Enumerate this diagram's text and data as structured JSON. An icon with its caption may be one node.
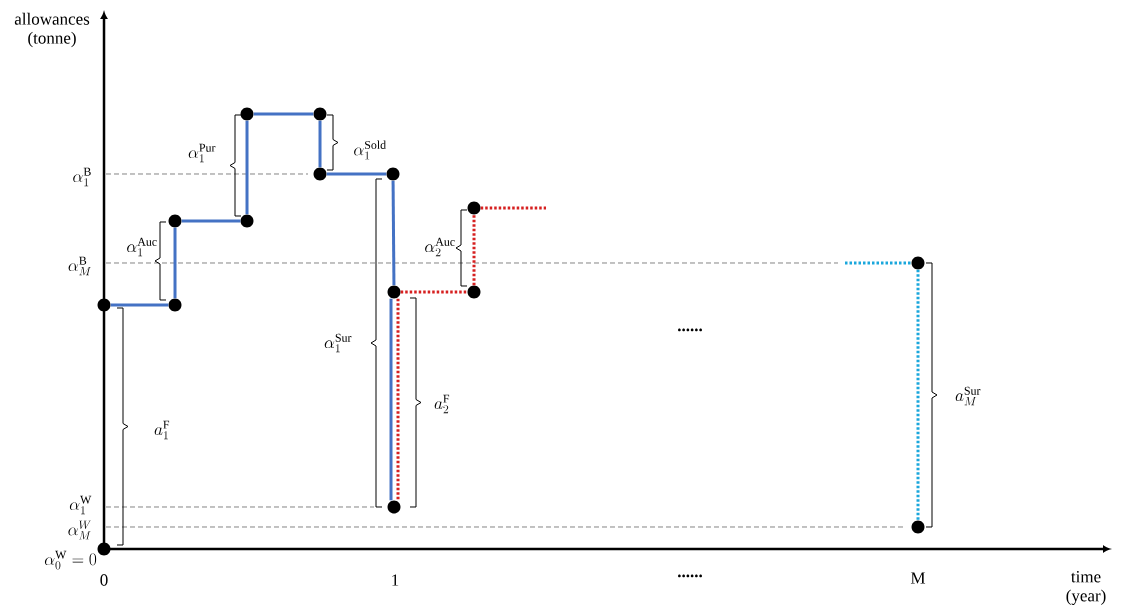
{
  "diagram": {
    "nodes": [
      {
        "text": [],
        "shape": "circle"
      },
      {
        "text": [],
        "shape": "circle"
      },
      {
        "text": [],
        "shape": "circle"
      },
      {
        "text": [],
        "shape": "circle"
      },
      {
        "text": [],
        "shape": "circle"
      },
      {
        "text": [],
        "shape": "circle"
      },
      {
        "text": [],
        "shape": "circle"
      },
      {
        "text": [],
        "shape": "circle"
      },
      {
        "text": [],
        "shape": "circle"
      },
      {
        "text": [],
        "shape": "circle"
      },
      {
        "text": [],
        "shape": "circle"
      },
      {
        "text": [],
        "shape": "circle"
      },
      {
        "text": [],
        "shape": "circle"
      },
      {
        "text": [],
        "shape": "circle"
      },
      {
        "text": [],
        "shape": "circle"
      }
    ],
    "edges": [
      {
        "from": 1,
        "to": 2,
        "arrow": "none"
      },
      {
        "from": 2,
        "to": 3,
        "arrow": "none"
      },
      {
        "from": 3,
        "to": 4,
        "arrow": "none"
      },
      {
        "from": 4,
        "to": 5,
        "arrow": "none"
      },
      {
        "from": 5,
        "to": 6,
        "arrow": "none"
      },
      {
        "from": 6,
        "to": 7,
        "arrow": "none"
      },
      {
        "from": 7,
        "to": 8,
        "arrow": "none"
      },
      {
        "from": 8,
        "to": 9,
        "arrow": "none"
      },
      {
        "from": 9,
        "to": 10,
        "arrow": "none"
      },
      {
        "from": 9,
        "to": 10,
        "arrow": "none",
        "style": "dashed",
        "color": "#d62020"
      },
      {
        "from": 9,
        "to": 11,
        "arrow": "none",
        "style": "dashed",
        "color": "#d62020"
      },
      {
        "from": 11,
        "to": 12,
        "arrow": "none",
        "style": "dashed",
        "color": "#d62020"
      },
      {
        "from": 12,
        "to": null,
        "arrow": "none",
        "style": "dashed",
        "color": "#d62020"
      },
      {
        "from": null,
        "to": 13,
        "arrow": "none",
        "style": "dashed",
        "color": "#1aa7dc"
      },
      {
        "from": 13,
        "to": 14,
        "arrow": "none",
        "style": "dashed",
        "color": "#1aa7dc"
      }
    ],
    "labels": [
      "allowances (tonne)",
      "\\alpha_{1}^{\\mathrm{Pur}}",
      "\\alpha_{1}^{\\mathrm{Sold}}",
      "\\alpha_{1}^{\\mathrm{B}}",
      "\\alpha_{1}^{\\mathrm{Auc}}",
      "\\alpha_{2}^{\\mathrm{Auc}}",
      "\\alpha_{M}^{\\mathrm{B}}",
      "......",
      "\\alpha_{1}^{\\mathrm{Sur}}",
      "a_{2}^{\\mathrm{F}}",
      "a_{M}^{\\mathrm{Sur}}",
      "a_{1}^{\\mathrm{F}}",
      "\\alpha_{1}^{\\mathrm{W}}",
      "\\alpha_{M}^{W}",
      "\\alpha_{0}^{\\mathrm{W}}=0",
      "0",
      "1",
      "......",
      "M",
      "time (year)"
    ]
  }
}
